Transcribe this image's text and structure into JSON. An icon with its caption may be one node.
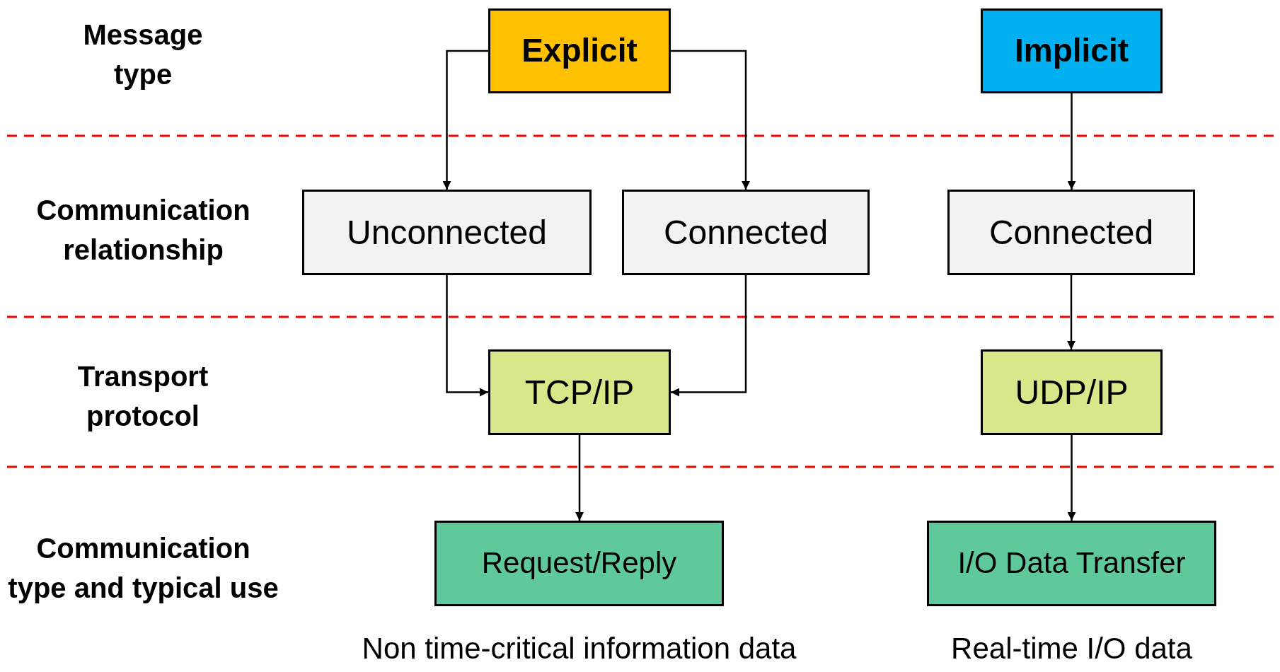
{
  "diagram": {
    "nodes": [
      {
        "text": [
          "Explicit"
        ]
      },
      {
        "text": [
          "Implicit"
        ]
      },
      {
        "text": [
          "Unconnected"
        ]
      },
      {
        "text": [
          "Connected"
        ]
      },
      {
        "text": [
          "Connected"
        ]
      },
      {
        "text": [
          "TCP/IP"
        ]
      },
      {
        "text": [
          "UDP/IP"
        ]
      },
      {
        "text": [
          "Request/Reply"
        ],
        "beside": [
          "Non time-critical information data"
        ]
      },
      {
        "text": [
          "I/O Data Transfer"
        ],
        "beside": [
          "Real-time I/O data"
        ]
      }
    ],
    "edges": [
      {
        "from": 0,
        "to": 2,
        "arrow": "to"
      },
      {
        "from": 0,
        "to": 3,
        "arrow": "to"
      },
      {
        "from": 1,
        "to": 4,
        "arrow": "to"
      },
      {
        "from": 2,
        "to": 5,
        "arrow": "to"
      },
      {
        "from": 3,
        "to": 5,
        "arrow": "to"
      },
      {
        "from": 4,
        "to": 6,
        "arrow": "to"
      },
      {
        "from": 5,
        "to": 7,
        "arrow": "to"
      },
      {
        "from": 6,
        "to": 8,
        "arrow": "to"
      }
    ],
    "labels": [
      "Message type",
      "Communication relationship",
      "Transport protocol",
      "Communication type and typical use"
    ]
  }
}
